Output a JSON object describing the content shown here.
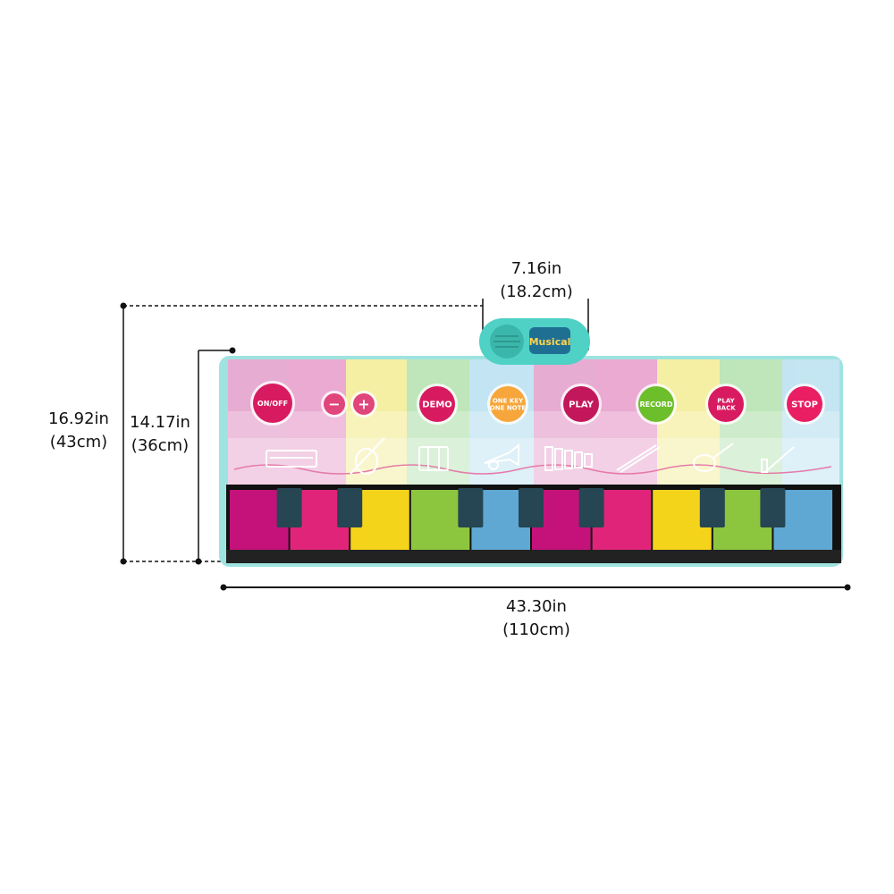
{
  "dimensions": {
    "width": {
      "in": "43.30in",
      "cm": "(110cm)"
    },
    "total_height": {
      "in": "16.92in",
      "cm": "(43cm)"
    },
    "mat_height": {
      "in": "14.17in",
      "cm": "(36cm)"
    },
    "control_width": {
      "in": "7.16in",
      "cm": "(18.2cm)"
    }
  },
  "control_box": {
    "logo": "Musical"
  },
  "buttons": [
    {
      "label": "ON/OFF",
      "color": "#d81b60"
    },
    {
      "label": "−",
      "color": "#e0457b"
    },
    {
      "label": "+",
      "color": "#e0457b"
    },
    {
      "label": "DEMO",
      "color": "#d81b60"
    },
    {
      "label": "ONE KEY ONE NOTE",
      "color": "#f6a63a"
    },
    {
      "label": "PLAY",
      "color": "#c2185b"
    },
    {
      "label": "RECORD",
      "color": "#6cbf2a"
    },
    {
      "label": "PLAY BACK",
      "color": "#d81b60"
    },
    {
      "label": "STOP",
      "color": "#e91e63"
    }
  ],
  "instruments": [
    "keyboard-icon",
    "violin-icon",
    "accordion-icon",
    "trumpet-icon",
    "xylophone-icon",
    "flute-icon",
    "guitar-icon",
    "drumstick-icon"
  ],
  "key_colors": [
    "#c5127a",
    "#e0247a",
    "#f4d31b",
    "#8cc63f",
    "#5fa8d3",
    "#c5127a",
    "#e0247a",
    "#f4d31b",
    "#8cc63f",
    "#5fa8d3"
  ],
  "colors": {
    "mat_border": "#9fe3e0",
    "black_key": "#264653",
    "control": "#4fd1c5"
  }
}
